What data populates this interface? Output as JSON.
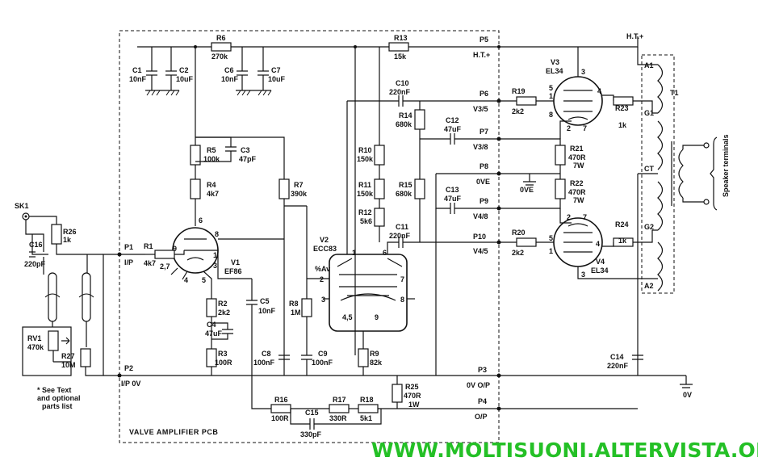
{
  "title": "VALVE AMPLIFIER PCB",
  "watermark": "WWW.MOLTISUONI.ALTERVISTA.ORG",
  "note": [
    "* See Text",
    "and optional",
    "parts list"
  ],
  "ports": {
    "p1": "P1",
    "p1_label": "I/P",
    "p2": "P2",
    "p2_label": "I/P 0V",
    "p3": "P3",
    "p3_label": "0V O/P",
    "p4": "P4",
    "p4_label": "O/P",
    "p5": "P5",
    "p5_label": "H.T.+",
    "p6": "P6",
    "p6_label": "V3/5",
    "p7": "P7",
    "p7_label": "V3/8",
    "p8": "P8",
    "p8_label": "0VE",
    "p9": "P9",
    "p9_label": "V4/8",
    "p10": "P10",
    "p10_label": "V4/5"
  },
  "components": {
    "sk1": "SK1",
    "r26": "R26",
    "r26_val": "1k",
    "c16": "C16",
    "c16_val": "220pF",
    "rv1": "RV1",
    "rv1_val": "470k",
    "r27": "R27",
    "r27_val": "10M",
    "r1": "R1",
    "r1_val": "4k7",
    "r6": "R6",
    "r6_val": "270k",
    "c1": "C1",
    "c1_val": "10nF",
    "c2": "C2",
    "c2_val": "10uF",
    "c6": "C6",
    "c6_val": "10nF",
    "c7": "C7",
    "c7_val": "10uF",
    "r13": "R13",
    "r13_val": "15k",
    "r5": "R5",
    "r5_val": "100k",
    "c3": "C3",
    "c3_val": "47pF",
    "r4": "R4",
    "r4_val": "4k7",
    "r7": "R7",
    "r7_val": "390k",
    "v1": "V1",
    "v1_type": "EF86",
    "r2": "R2",
    "r2_val": "2k2",
    "c4": "C4",
    "c4_val": "47uF",
    "c5": "C5",
    "c5_val": "10nF",
    "r3": "R3",
    "r3_val": "100R",
    "c8": "C8",
    "c8_val": "100nF",
    "c9": "C9",
    "c9_val": "100nF",
    "r8": "R8",
    "r8_val": "1M",
    "v2": "V2",
    "v2_type": "ECC83",
    "r9": "R9",
    "r9_val": "82k",
    "c10": "C10",
    "c10_val": "220nF",
    "r14": "R14",
    "r14_val": "680k",
    "r10": "R10",
    "r10_val": "150k",
    "r11": "R11",
    "r11_val": "150k",
    "r12": "R12",
    "r12_val": "5k6",
    "r15": "R15",
    "r15_val": "680k",
    "c11": "C11",
    "c11_val": "220nF",
    "c12": "C12",
    "c12_val": "47uF",
    "c13": "C13",
    "c13_val": "47uF",
    "r16": "R16",
    "r16_val": "100R",
    "r17": "R17",
    "r17_val": "330R",
    "r18": "R18",
    "r18_val": "5k1",
    "c15": "C15",
    "c15_val": "330pF",
    "r25": "R25",
    "r25_val": "470R",
    "r25_pwr": "1W",
    "r19": "R19",
    "r19_val": "2k2",
    "r20": "R20",
    "r20_val": "2k2",
    "r21": "R21",
    "r21_val": "470R",
    "r21_pwr": "7W",
    "r22": "R22",
    "r22_val": "470R",
    "r22_pwr": "7W",
    "v3": "V3",
    "v3_type": "EL34",
    "v4": "V4",
    "v4_type": "EL34",
    "r23": "R23",
    "r23_val": "1k",
    "r24": "R24",
    "r24_val": "1k",
    "t1": "T1",
    "c14": "C14",
    "c14_val": "220nF",
    "ht": "H.T.+",
    "ov_gnd": "0VE",
    "ov_out": "0V",
    "speaker": "Speaker terminals",
    "taps": {
      "a1": "A1",
      "g1": "G1",
      "ct": "CT",
      "g2": "G2",
      "a2": "A2"
    },
    "av": "%Av"
  },
  "pins": {
    "v1": [
      "9",
      "8",
      "6",
      "1",
      "3",
      "2,7",
      "4",
      "5"
    ],
    "v2": [
      "6",
      "7",
      "2",
      "3",
      "8",
      "4,5",
      "9",
      "1"
    ],
    "v3": [
      "3",
      "1",
      "5",
      "4",
      "8",
      "2",
      "7"
    ],
    "v4": [
      "2",
      "7",
      "5",
      "4",
      "1",
      "3"
    ]
  }
}
